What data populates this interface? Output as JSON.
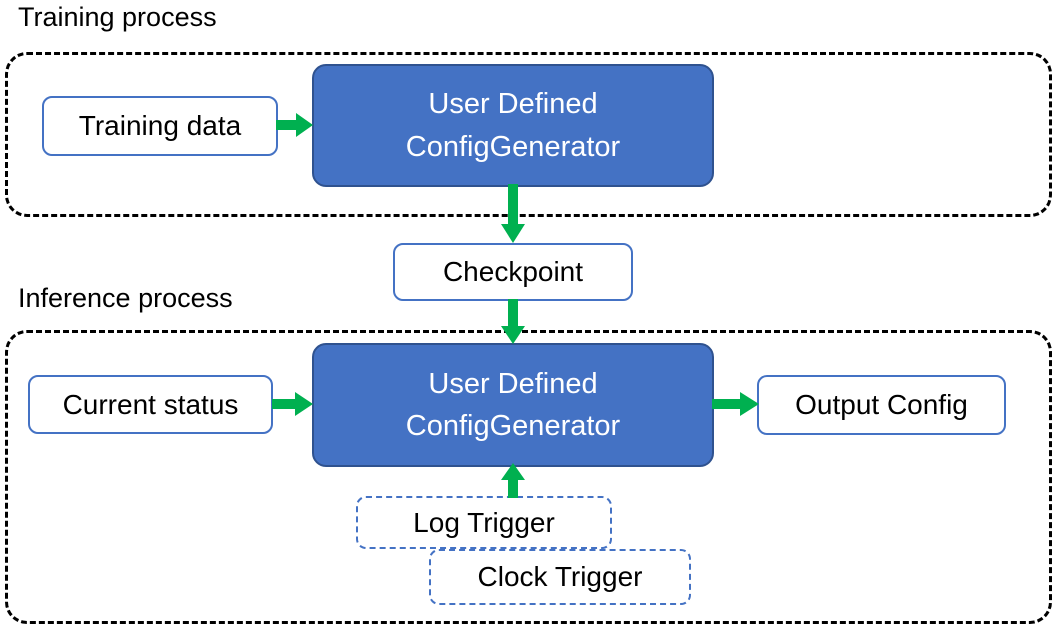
{
  "diagram": {
    "sections": [
      {
        "id": "training",
        "title": "Training process"
      },
      {
        "id": "inference",
        "title": "Inference process"
      }
    ],
    "nodes": {
      "training_data": "Training data",
      "proc_training": {
        "line1": "User Defined",
        "line2": "ConfigGenerator"
      },
      "checkpoint": "Checkpoint",
      "current_status": "Current status",
      "proc_inference": {
        "line1": "User Defined",
        "line2": "ConfigGenerator"
      },
      "output_config": "Output Config",
      "log_trigger": "Log Trigger",
      "clock_trigger": "Clock Trigger"
    },
    "edges": [
      {
        "from": "training_data",
        "to": "proc_training",
        "direction": "right"
      },
      {
        "from": "proc_training",
        "to": "checkpoint",
        "direction": "down"
      },
      {
        "from": "checkpoint",
        "to": "proc_inference",
        "direction": "down"
      },
      {
        "from": "current_status",
        "to": "proc_inference",
        "direction": "right"
      },
      {
        "from": "proc_inference",
        "to": "output_config",
        "direction": "right"
      },
      {
        "from": "log_trigger",
        "to": "proc_inference",
        "direction": "up"
      }
    ],
    "colors": {
      "process_fill": "#4472C4",
      "process_border": "#2F528F",
      "io_border": "#4472C4",
      "trigger_border": "#4472C4",
      "arrow": "#00B050",
      "container_border": "#000000",
      "text_dark": "#000000",
      "text_light": "#FFFFFF"
    }
  }
}
